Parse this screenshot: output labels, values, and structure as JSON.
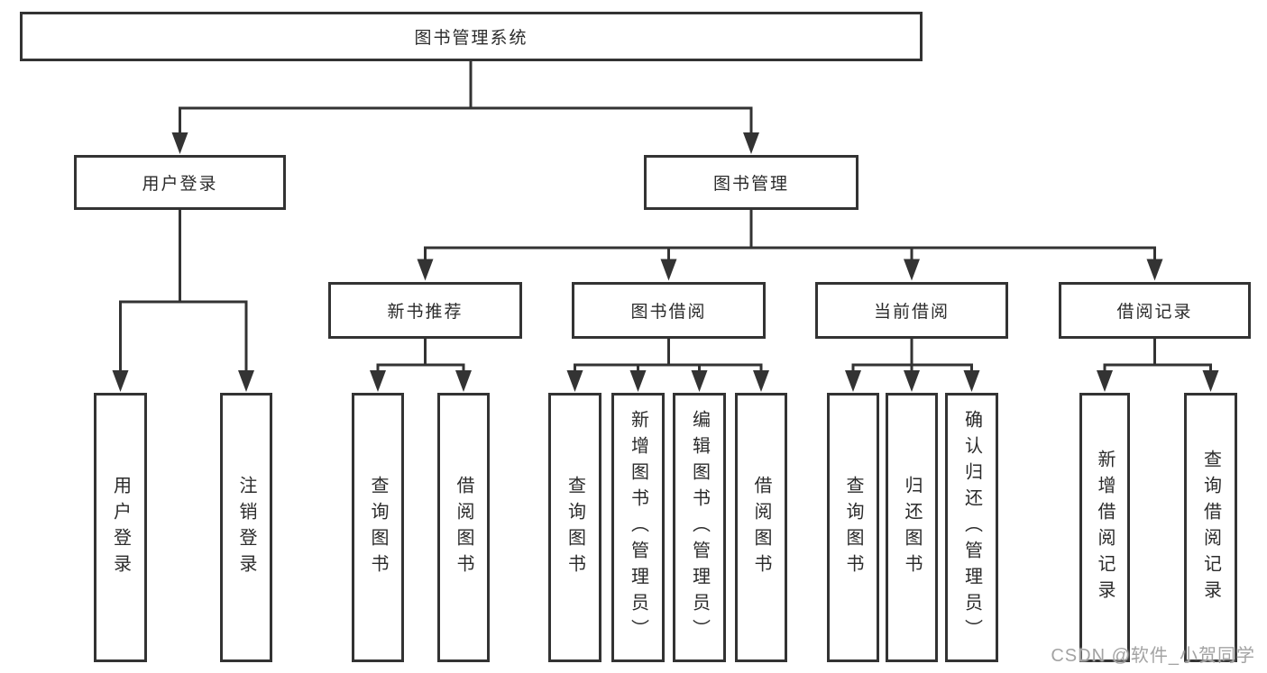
{
  "watermark": "CSDN @软件_小贺同学",
  "colors": {
    "line": "#333333",
    "box_border": "#333333",
    "text": "#2b2b2b",
    "background": "#ffffff",
    "watermark": "#a3a3a3"
  },
  "tree": {
    "root": {
      "label": "图书管理系统"
    },
    "branches": [
      {
        "label": "用户登录",
        "children": [
          {
            "label": "用户登录"
          },
          {
            "label": "注销登录"
          }
        ]
      },
      {
        "label": "图书管理",
        "children": [
          {
            "label": "新书推荐",
            "children": [
              {
                "label": "查询图书"
              },
              {
                "label": "借阅图书"
              }
            ]
          },
          {
            "label": "图书借阅",
            "children": [
              {
                "label": "查询图书"
              },
              {
                "label": "新增图书（管理员）"
              },
              {
                "label": "编辑图书（管理员）"
              },
              {
                "label": "借阅图书"
              }
            ]
          },
          {
            "label": "当前借阅",
            "children": [
              {
                "label": "查询图书"
              },
              {
                "label": "归还图书"
              },
              {
                "label": "确认归还（管理员）"
              }
            ]
          },
          {
            "label": "借阅记录",
            "children": [
              {
                "label": "新增借阅记录"
              },
              {
                "label": "查询借阅记录"
              }
            ]
          }
        ]
      }
    ]
  }
}
